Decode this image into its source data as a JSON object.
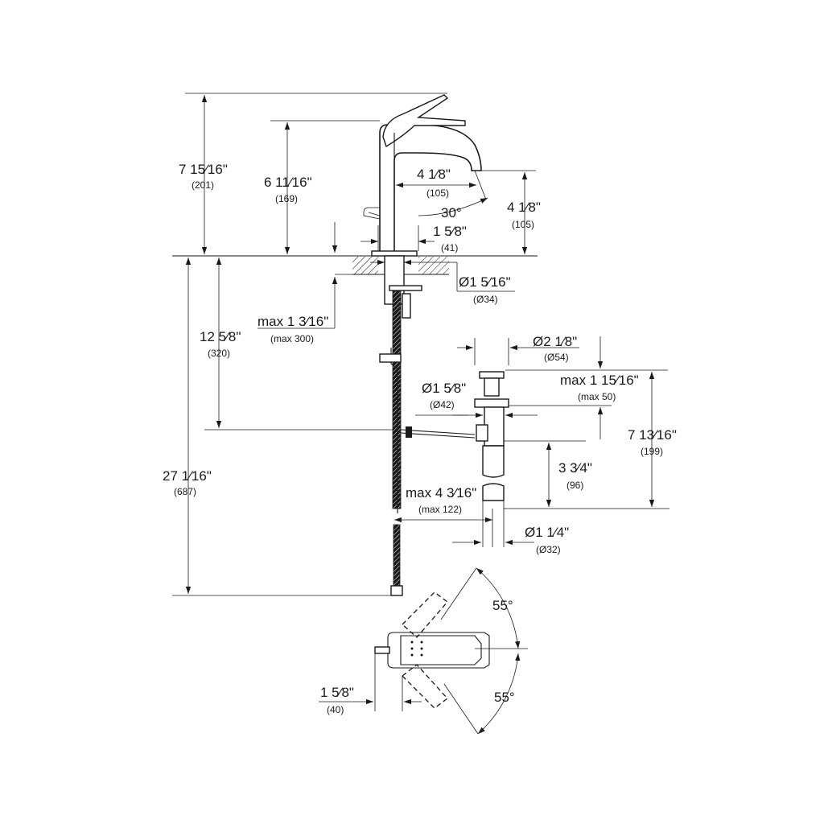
{
  "dimensions": {
    "overall_height": {
      "inch": "7 15⁄16\"",
      "mm": "(201)"
    },
    "spout_height": {
      "inch": "6 11⁄16\"",
      "mm": "(169)"
    },
    "spout_reach": {
      "inch": "4 1⁄8\"",
      "mm": "(105)"
    },
    "spout_outlet_height": {
      "inch": "4 1⁄8\"",
      "mm": "(105)"
    },
    "spout_angle": {
      "text": "30°"
    },
    "base_width": {
      "inch": "1 5⁄8\"",
      "mm": "(41)"
    },
    "hole_diameter": {
      "inch": "Ø1 5⁄16\"",
      "mm": "(Ø34)"
    },
    "max_deck_thickness": {
      "inch": "max 1 3⁄16\"",
      "mm": "(max 300)"
    },
    "supply_depth": {
      "inch": "12 5⁄8\"",
      "mm": "(320)"
    },
    "hose_length": {
      "inch": "27 1⁄16\"",
      "mm": "(687)"
    },
    "drain_flange_diameter": {
      "inch": "Ø2 1⁄8\"",
      "mm": "(Ø54)"
    },
    "drain_max_thickness": {
      "inch": "max 1 15⁄16\"",
      "mm": "(max 50)"
    },
    "drain_body_diameter": {
      "inch": "Ø1 5⁄8\"",
      "mm": "(Ø42)"
    },
    "drain_total_length": {
      "inch": "7 13⁄16\"",
      "mm": "(199)"
    },
    "tailpiece_length": {
      "inch": "3 3⁄4\"",
      "mm": "(96)"
    },
    "pop_up_rod_max": {
      "inch": "max 4 3⁄16\"",
      "mm": "(max 122)"
    },
    "tailpiece_diameter": {
      "inch": "Ø1 1⁄4\"",
      "mm": "(Ø32)"
    },
    "lever_angle_upper": {
      "text": "55°"
    },
    "lever_angle_lower": {
      "text": "55°"
    },
    "handle_offset": {
      "inch": "1 5⁄8\"",
      "mm": "(40)"
    }
  }
}
